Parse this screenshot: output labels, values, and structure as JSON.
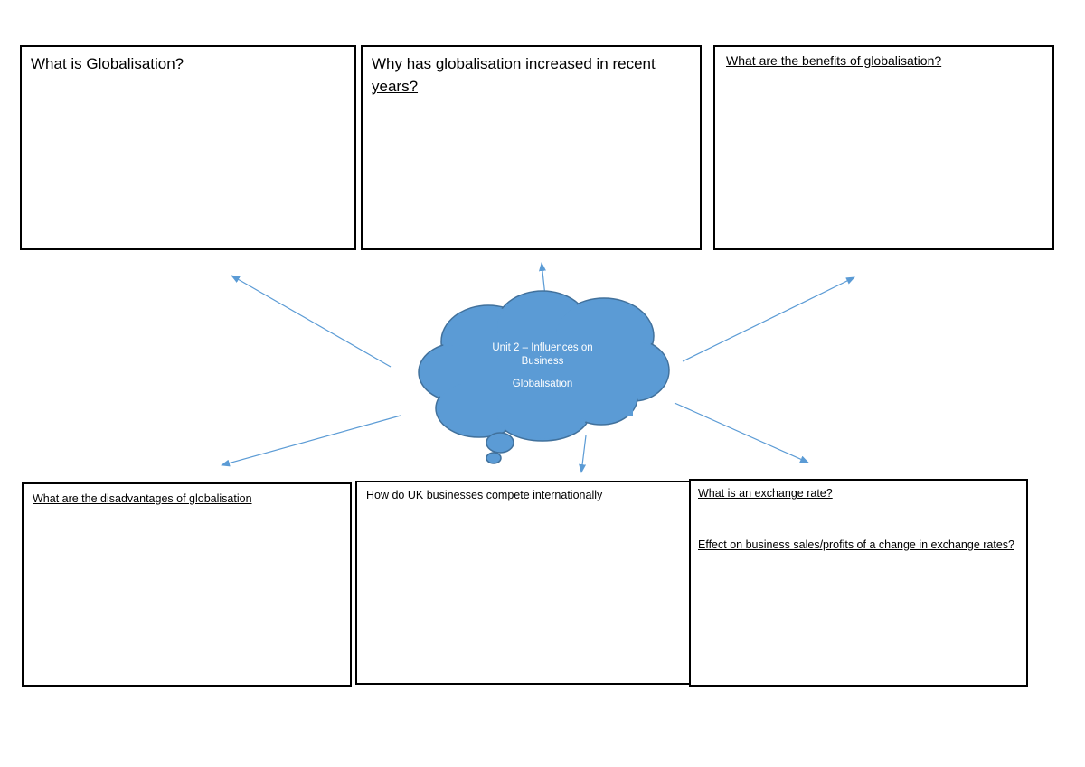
{
  "boxes": {
    "what_is": "What is Globalisation?",
    "why_increased": "Why has globalisation increased in recent years?",
    "benefits": "What are the benefits of globalisation?",
    "disadvantages": "What are the disadvantages of globalisation",
    "compete": "How do UK businesses compete internationally",
    "exchange_rate": "What is an exchange rate?",
    "exchange_effect": "Effect on business sales/profits of a change in exchange rates?"
  },
  "cloud": {
    "title": "Unit 2 – Influences on Business",
    "subtitle": "Globalisation"
  },
  "colors": {
    "cloud_fill": "#5b9bd5",
    "cloud_stroke": "#41719c",
    "arrow": "#5b9bd5"
  }
}
